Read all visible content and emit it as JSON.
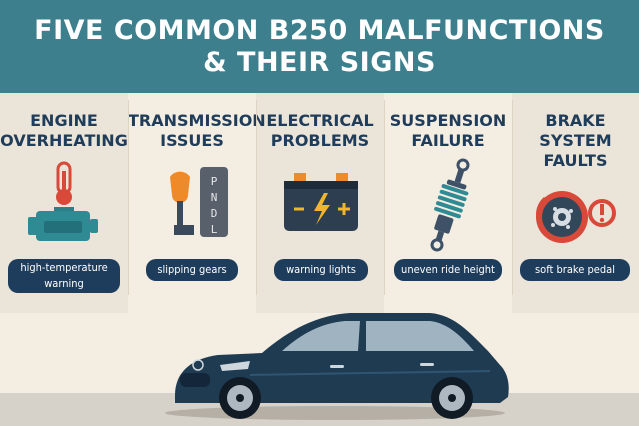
{
  "banner": {
    "line1": "FIVE COMMON B250 MALFUNCTIONS",
    "line2": "& THEIR SIGNS"
  },
  "columns": [
    {
      "title": [
        "ENGINE",
        "OVERHEATING"
      ],
      "sign": [
        "high-temperature",
        "warning"
      ],
      "icon": "engine-thermometer-icon"
    },
    {
      "title": [
        "TRANSMISSION",
        "ISSUES"
      ],
      "sign": [
        "slipping gears"
      ],
      "icon": "gear-shifter-icon",
      "shifter_letters": "PNDL"
    },
    {
      "title": [
        "ELECTRICAL",
        "PROBLEMS"
      ],
      "sign": [
        "warning lights"
      ],
      "icon": "battery-icon"
    },
    {
      "title": [
        "SUSPENSION",
        "FAILURE"
      ],
      "sign": [
        "uneven ride height"
      ],
      "icon": "shock-absorber-icon"
    },
    {
      "title": [
        "BRAKE",
        "SYSTEM",
        "FAULTS"
      ],
      "sign": [
        "soft brake pedal"
      ],
      "icon": "brake-disc-icon"
    }
  ],
  "colors": {
    "banner": "#3d7f8c",
    "title_text": "#1f3d5a",
    "pill": "#1e3d5c",
    "accent_red": "#d8493a",
    "accent_orange": "#ef8a2a",
    "accent_yellow": "#f3b52c",
    "car_body": "#1f3b52"
  },
  "car": {
    "icon": "car-illustration"
  }
}
